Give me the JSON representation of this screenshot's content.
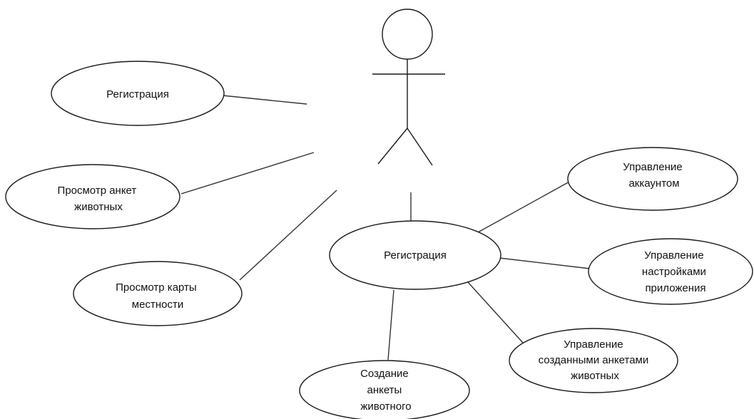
{
  "use_cases": {
    "registration": {
      "label": "Регистрация"
    },
    "view_animal_profiles": {
      "lines": [
        "Просмотр анкет",
        "животных"
      ]
    },
    "view_area_map": {
      "lines": [
        "Просмотр карты",
        "местности"
      ]
    },
    "registration_hub": {
      "label": "Регистрация"
    },
    "manage_account": {
      "lines": [
        "Управление",
        "аккаунтом"
      ]
    },
    "manage_app_settings": {
      "lines": [
        "Управление",
        "настройками",
        "приложения"
      ]
    },
    "manage_created_profiles": {
      "lines": [
        "Управление",
        "созданными анкетами",
        "животных"
      ]
    },
    "create_animal_profile": {
      "lines": [
        "Создание",
        "анкеты",
        "животного"
      ]
    }
  }
}
